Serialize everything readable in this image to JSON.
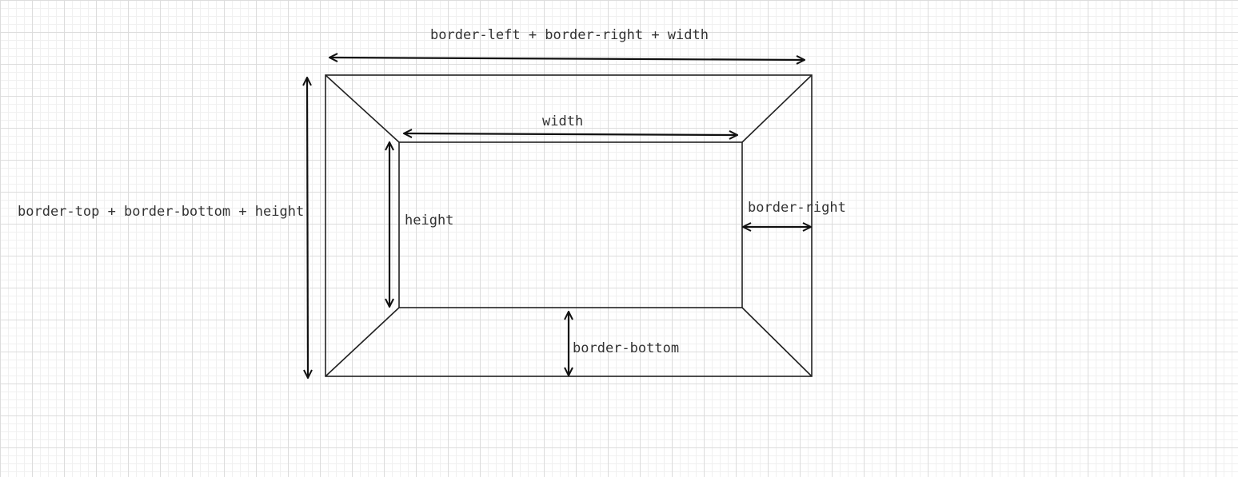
{
  "labels": {
    "total_width": "border-left + border-right + width",
    "width": "width",
    "total_height": "border-top + border-bottom + height",
    "height": "height",
    "border_right": "border-right",
    "border_bottom": "border-bottom"
  },
  "colors": {
    "stroke": "#222222",
    "text": "#333333",
    "grid_major": "#dcdcdc",
    "grid_minor": "#f0f0f0"
  }
}
